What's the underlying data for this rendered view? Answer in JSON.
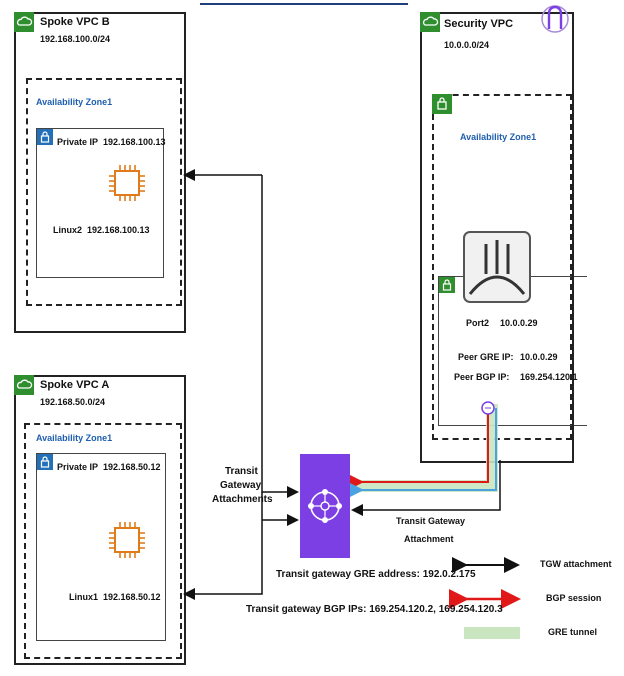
{
  "spoke_b": {
    "title": "Spoke VPC B",
    "cidr": "192.168.100.0/24",
    "az": "Availability Zone1",
    "private_ip_label": "Private IP",
    "private_ip": "192.168.100.13",
    "instance": "Linux2",
    "instance_ip": "192.168.100.13"
  },
  "spoke_a": {
    "title": "Spoke VPC A",
    "cidr": "192.168.50.0/24",
    "az": "Availability Zone1",
    "private_ip_label": "Private IP",
    "private_ip": "192.168.50.12",
    "instance": "Linux1",
    "instance_ip": "192.168.50.12"
  },
  "security": {
    "title": "Security VPC",
    "cidr": "10.0.0.0/24",
    "az": "Availability Zone1",
    "port": "Port2",
    "port_ip": "10.0.0.29",
    "peer_gre_label": "Peer GRE IP:",
    "peer_gre_ip": "10.0.0.29",
    "peer_bgp_label": "Peer BGP IP:",
    "peer_bgp_ip": "169.254.120.1"
  },
  "tgw": {
    "attachments_label": [
      "Transit",
      "Gateway",
      "Attachments"
    ],
    "attachment_label": [
      "Transit Gateway",
      "Attachment"
    ],
    "gre_address": "Transit gateway GRE address: 192.0.2.175",
    "bgp_ips": "Transit gateway BGP IPs: 169.254.120.2, 169.254.120.3"
  },
  "legend": {
    "tgw_attachment": "TGW attachment",
    "bgp_session": "BGP session",
    "gre_tunnel": "GRE tunnel"
  },
  "colors": {
    "vpc_icon": "#2f8f2f",
    "subnet_icon": "#2470b8",
    "ec2": "#e07b1a",
    "tgw": "#7b3fe4",
    "bgp": "#e01818",
    "gre": "#c9e6c0",
    "link_blue": "#4aa3e0"
  }
}
